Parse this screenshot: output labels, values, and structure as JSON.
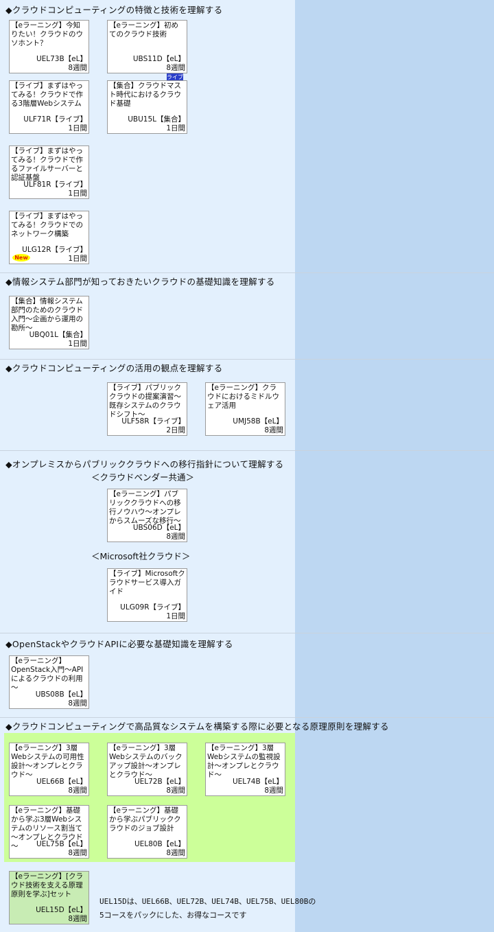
{
  "colors": {
    "panel": "#e3f0fd",
    "side": "#bdd7f2",
    "highlight": "#ccff99",
    "set_card": "#c8ecb4",
    "badge": "#2b3fc9"
  },
  "sections": [
    {
      "title": "◆クラウドコンピューティングの特徴と技術を理解する",
      "cards": [
        {
          "title": "【eラーニング】今知りたい！クラウドのウソホント？",
          "code": "UEL73B【eL】",
          "duration": "8週間"
        },
        {
          "title": "【eラーニング】初めてのクラウド技術",
          "code": "UBS11D【eL】",
          "duration": "8週間"
        },
        {
          "title": "【ライブ】まずはやってみる！クラウドで作る3階層Webシステム",
          "code": "ULF71R【ライブ】",
          "duration": "1日間"
        },
        {
          "title": "【集合】クラウドマスト時代におけるクラウド基礎",
          "code": "UBU15L【集合】",
          "duration": "1日間",
          "badge": "ライブ"
        },
        {
          "title": "【ライブ】まずはやってみる！クラウドで作るファイルサーバーと認証基盤",
          "code": "ULF81R【ライブ】",
          "duration": "1日間"
        },
        {
          "title": "【ライブ】まずはやってみる！クラウドでのネットワーク構築",
          "code": "ULG12R【ライブ】",
          "duration": "1日間",
          "new": "New"
        }
      ]
    },
    {
      "title": "◆情報システム部門が知っておきたいクラウドの基礎知識を理解する",
      "cards": [
        {
          "title": "【集合】情報システム部門のためのクラウド入門～企画から運用の勘所～",
          "code": "UBQ01L【集合】",
          "duration": "1日間"
        }
      ]
    },
    {
      "title": "◆クラウドコンピューティングの活用の観点を理解する",
      "cards": [
        {
          "title": "【ライブ】パブリッククラウドの提案演習～既存システムのクラウドシフト～",
          "code": "ULF58R【ライブ】",
          "duration": "2日間"
        },
        {
          "title": "【eラーニング】クラウドにおけるミドルウェア活用",
          "code": "UMJ58B【eL】",
          "duration": "8週間"
        }
      ]
    },
    {
      "title": "◆オンプレミスからパブリッククラウドへの移行指針について理解する",
      "subheadings": [
        "＜クラウドベンダー共通＞",
        "＜Microsoft社クラウド＞"
      ],
      "cards": [
        {
          "title": "【eラーニング】パブリッククラウドへの移行ノウハウ～オンプレからスムーズな移行～",
          "code": "UBS06D【eL】",
          "duration": "8週間"
        },
        {
          "title": "【ライブ】Microsoftクラウドサービス導入ガイド",
          "code": "ULG09R【ライブ】",
          "duration": "1日間"
        }
      ]
    },
    {
      "title": "◆OpenStackやクラウドAPIに必要な基礎知識を理解する",
      "cards": [
        {
          "title": "【eラーニング】OpenStack入門～APIによるクラウドの利用～",
          "code": "UBS08B【eL】",
          "duration": "8週間"
        }
      ]
    },
    {
      "title": "◆クラウドコンピューティングで高品質なシステムを構築する際に必要となる原理原則を理解する",
      "cards": [
        {
          "title": "【eラーニング】3層Webシステムの可用性設計～オンプレとクラウド～",
          "code": "UEL66B【eL】",
          "duration": "8週間"
        },
        {
          "title": "【eラーニング】3層Webシステムのバックアップ設計～オンプレとクラウド～",
          "code": "UEL72B【eL】",
          "duration": "8週間"
        },
        {
          "title": "【eラーニング】3層Webシステムの監視設計～オンプレとクラウド～",
          "code": "UEL74B【eL】",
          "duration": "8週間"
        },
        {
          "title": "【eラーニング】基礎から学ぶ3層Webシステムのリソース割当て～オンプレとクラウド～",
          "code": "UEL75B【eL】",
          "duration": "8週間"
        },
        {
          "title": "【eラーニング】基礎から学ぶパブリッククラウドのジョブ設計",
          "code": "UEL80B【eL】",
          "duration": "8週間"
        },
        {
          "title": "【eラーニング】[クラウド技術を支える原理原則を学ぶ]セット",
          "code": "UEL15D【eL】",
          "duration": "8週間"
        }
      ],
      "description": [
        "UEL15Dは、UEL66B、UEL72B、UEL74B、UEL75B、UEL80Bの",
        "5コースをパックにした、お得なコースです"
      ]
    }
  ]
}
